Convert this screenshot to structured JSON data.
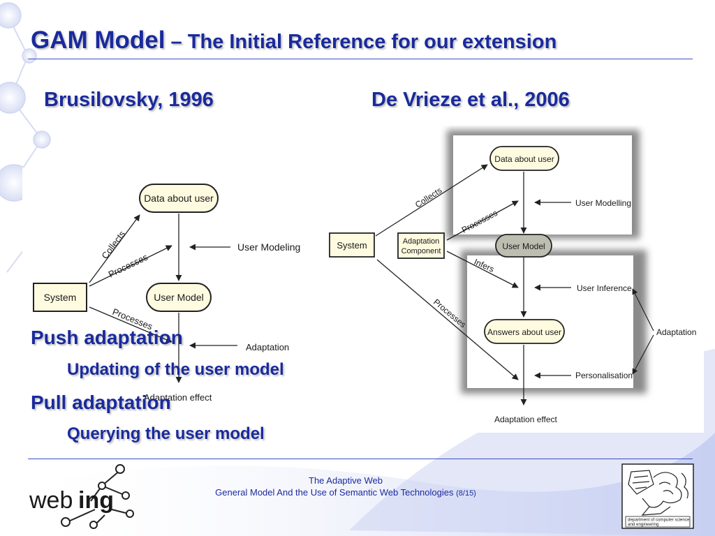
{
  "slide": {
    "title_main": "GAM Model",
    "title_sub": " – The Initial Reference for our extension"
  },
  "left_diagram": {
    "author": "Brusilovsky, 1996",
    "nodes": {
      "system": "System",
      "data_about_user": "Data about user",
      "user_model": "User Model",
      "user_modeling": "User Modeling",
      "adaptation": "Adaptation",
      "adaptation_effect": "Adaptation effect"
    },
    "edges": {
      "collects": "Collects",
      "processes_top": "Processes",
      "processes_bottom": "Processes"
    }
  },
  "right_diagram": {
    "author": "De Vrieze et al., 2006",
    "nodes": {
      "system": "System",
      "adaptation_component_1": "Adaptation",
      "adaptation_component_2": "Component",
      "data_about_user": "Data about user",
      "user_modelling": "User Modelling",
      "user_model": "User Model",
      "user_inference": "User Inference",
      "answers_about_user": "Answers about user",
      "personalisation": "Personalisation",
      "adaptation": "Adaptation",
      "adaptation_effect": "Adaptation effect"
    },
    "edges": {
      "collects": "Collects",
      "processes_top": "Processes",
      "infers": "Infers",
      "processes_bottom": "Processes"
    }
  },
  "bullets": {
    "push": "Push adaptation",
    "push_sub": "Updating of the user model",
    "pull": "Pull adaptation",
    "pull_sub": "Querying the user model"
  },
  "footer": {
    "line1": "The Adaptive Web",
    "line2": "General Model And the Use of Semantic Web Technologies",
    "page": "(8/15)"
  },
  "logo": {
    "text_a": "web",
    "text_b": "ing"
  },
  "emblem": {
    "line1": "department of computer science",
    "line2": "and engineering"
  },
  "colors": {
    "heading": "#1a2a9c",
    "box_fill": "#fffbe0",
    "user_model_fill": "#bdbdb0"
  }
}
